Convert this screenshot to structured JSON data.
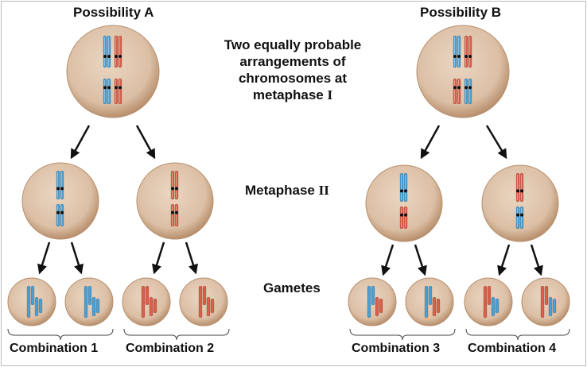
{
  "labels": {
    "possibility_a": "Possibility A",
    "possibility_b": "Possibility B",
    "metaphase_one_text": "Two equally probable arrangements of chromosomes at metaphase",
    "metaphase_one_numeral": "I",
    "metaphase_two_text": "Metaphase",
    "metaphase_two_numeral": "II",
    "gametes": "Gametes",
    "combination_1": "Combination 1",
    "combination_2": "Combination 2",
    "combination_3": "Combination 3",
    "combination_4": "Combination 4"
  },
  "colors": {
    "maternal_chromosome": "#4a9fd4",
    "paternal_chromosome": "#d9604a",
    "cell_fill": "#dcbfa5",
    "cell_rim": "#b8906e",
    "arrow": "#111111",
    "border": "#bbbbbb"
  },
  "cells": {
    "metaphase_one": [
      {
        "name": "possibility-a",
        "left_pair": [
          "blue",
          "blue"
        ],
        "right_pair": [
          "red",
          "red"
        ]
      },
      {
        "name": "possibility-b",
        "left_pair": [
          "blue",
          "red"
        ],
        "right_pair": [
          "red",
          "blue"
        ]
      }
    ],
    "metaphase_two": [
      {
        "name": "combination-1",
        "chromosomes": [
          "blue",
          "blue"
        ]
      },
      {
        "name": "combination-2",
        "chromosomes": [
          "red",
          "red"
        ]
      },
      {
        "name": "combination-3",
        "chromosomes": [
          "blue",
          "red"
        ]
      },
      {
        "name": "combination-4",
        "chromosomes": [
          "red",
          "blue"
        ]
      }
    ],
    "gametes": [
      {
        "combination": 1,
        "chromosomes": [
          "blue",
          "blue"
        ]
      },
      {
        "combination": 1,
        "chromosomes": [
          "blue",
          "blue"
        ]
      },
      {
        "combination": 2,
        "chromosomes": [
          "red",
          "red"
        ]
      },
      {
        "combination": 2,
        "chromosomes": [
          "red",
          "red"
        ]
      },
      {
        "combination": 3,
        "chromosomes": [
          "blue",
          "red"
        ]
      },
      {
        "combination": 3,
        "chromosomes": [
          "blue",
          "red"
        ]
      },
      {
        "combination": 4,
        "chromosomes": [
          "red",
          "blue"
        ]
      },
      {
        "combination": 4,
        "chromosomes": [
          "red",
          "blue"
        ]
      }
    ]
  }
}
